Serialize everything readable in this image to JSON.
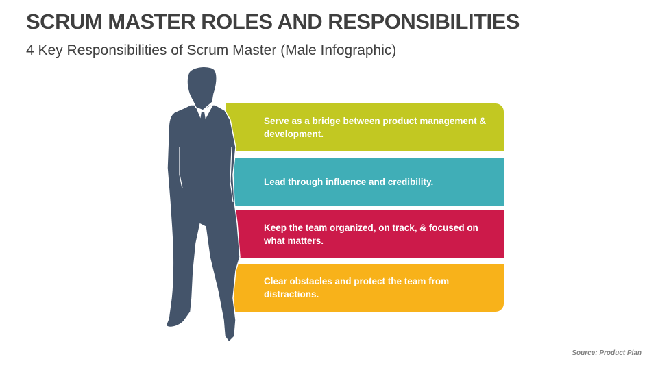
{
  "header": {
    "title": "SCRUM MASTER ROLES AND RESPONSIBILITIES",
    "subtitle": "4 Key Responsibilities of Scrum Master (Male Infographic)"
  },
  "figure": {
    "icon": "businessman-silhouette-icon",
    "color": "#44546a"
  },
  "responsibilities": [
    {
      "text": "Serve as a bridge between product management & development.",
      "color": "#c2c822"
    },
    {
      "text": "Lead through influence and credibility.",
      "color": "#40aeb7"
    },
    {
      "text": "Keep the team organized, on track, & focused on what matters.",
      "color": "#cc1a4a"
    },
    {
      "text": "Clear obstacles and protect the team from distractions.",
      "color": "#f8b21a"
    }
  ],
  "footer": {
    "source": "Source: Product Plan"
  }
}
